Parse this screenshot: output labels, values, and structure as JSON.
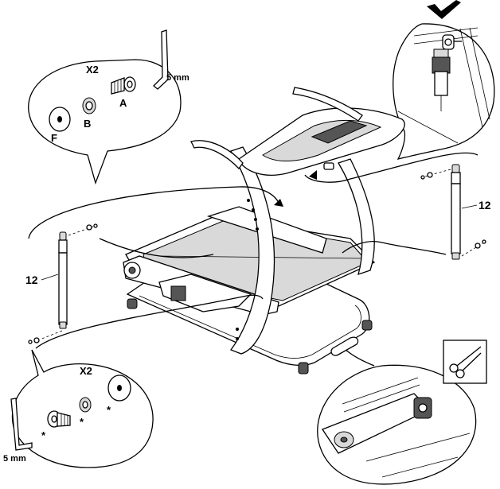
{
  "callout_top_left": {
    "quantity": "X2",
    "wrench_size": "5 mm",
    "labels": {
      "bolt": "A",
      "lock_washer": "B",
      "flat_washer": "F"
    }
  },
  "callout_bottom_left": {
    "quantity": "X2",
    "wrench_size": "5 mm",
    "marks": [
      "*",
      "*",
      "*"
    ]
  },
  "part_numbers": {
    "left_strut": "12",
    "right_strut": "12"
  },
  "icons": [
    "checkmark-icon",
    "scissors-icon",
    "hex-key-icon"
  ]
}
